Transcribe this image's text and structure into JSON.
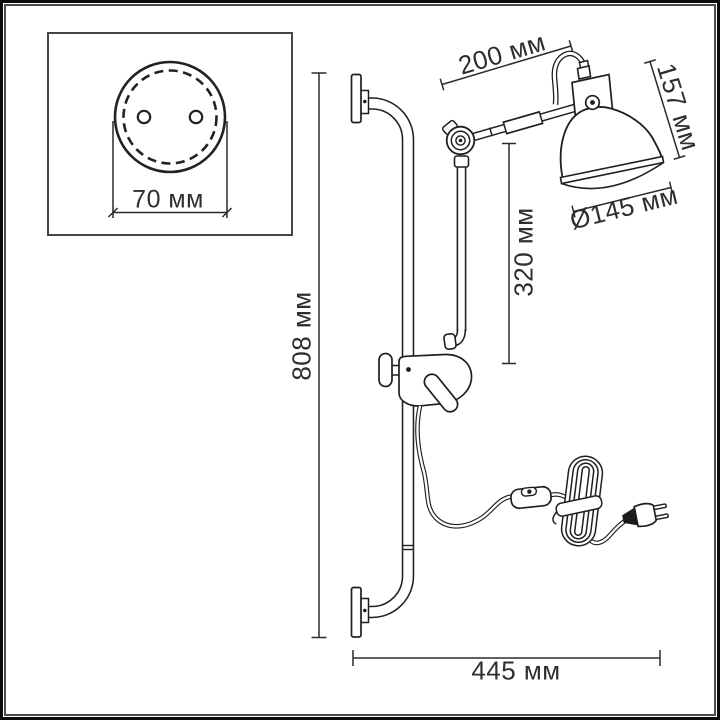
{
  "colors": {
    "ink": "#1f1f1f",
    "dimension_line": "#2b2b2b",
    "background": "#ffffff",
    "frame": "#0b0b0b"
  },
  "inset": {
    "hole_spacing_label": "70 мм"
  },
  "dimensions": {
    "arm_length": "200 мм",
    "head_height": "157 мм",
    "shade_diameter": "Ø145 мм",
    "forearm_length": "320 мм",
    "bar_height": "808 мм",
    "base_width": "445 мм"
  }
}
